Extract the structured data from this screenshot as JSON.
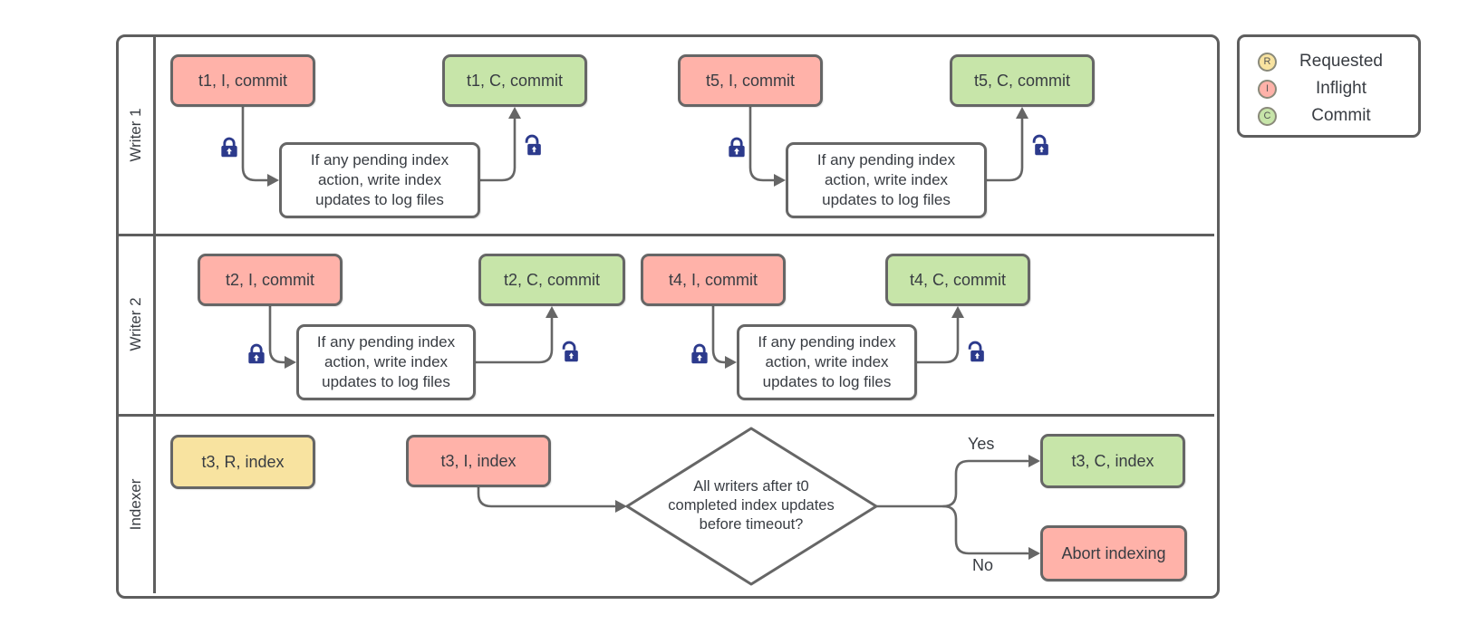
{
  "diagram": {
    "lanes": [
      {
        "label": "Writer 1"
      },
      {
        "label": "Writer 2"
      },
      {
        "label": "Indexer"
      }
    ],
    "process_note": "If any pending index action, write index updates to log files",
    "nodes": {
      "t1_inflight": "t1, I, commit",
      "t1_commit": "t1, C, commit",
      "t5_inflight": "t5, I, commit",
      "t5_commit": "t5, C, commit",
      "t2_inflight": "t2, I, commit",
      "t2_commit": "t2, C, commit",
      "t4_inflight": "t4, I, commit",
      "t4_commit": "t4, C, commit",
      "t3_requested": "t3, R, index",
      "t3_inflight": "t3, I, index",
      "t3_commit": "t3, C, index",
      "abort": "Abort indexing"
    },
    "decision": {
      "lines": [
        "All writers after t0",
        "completed index updates",
        "before timeout?"
      ]
    },
    "branch_labels": {
      "yes": "Yes",
      "no": "No"
    }
  },
  "legend": {
    "items": [
      {
        "letter": "R",
        "label": "Requested",
        "color": "#f8e3a0"
      },
      {
        "letter": "I",
        "label": "Inflight",
        "color": "#ffb2a9"
      },
      {
        "letter": "C",
        "label": "Commit",
        "color": "#c7e5a9"
      }
    ]
  },
  "colors": {
    "requested": "#f8e3a0",
    "inflight": "#ffb2a9",
    "commit": "#c7e5a9",
    "lock": "#2c3a8c",
    "border": "#666666"
  }
}
